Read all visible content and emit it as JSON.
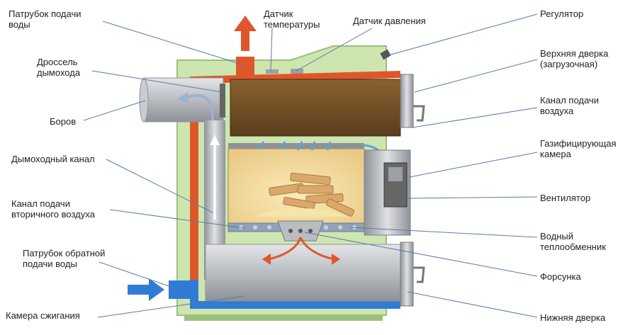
{
  "labels": {
    "water_outlet": [
      "Патрубок подачи",
      "воды"
    ],
    "temp_sensor": [
      "Датчик",
      "температуры"
    ],
    "pressure_sensor": [
      "Датчик давления"
    ],
    "regulator": [
      "Регулятор"
    ],
    "upper_door": [
      "Верхняя дверка",
      "(загрузочная)"
    ],
    "flue_throttle": [
      "Дроссель",
      "дымохода"
    ],
    "air_channel": [
      "Канал подачи",
      "воздуха"
    ],
    "borov": [
      "Боров"
    ],
    "gasification_chamber": [
      "Газифицирующая",
      "камера"
    ],
    "chimney_channel": [
      "Дымоходный канал"
    ],
    "fan": [
      "Вентилятор"
    ],
    "secondary_air": [
      "Канал подачи",
      "вторичного воздуха"
    ],
    "heat_exchanger": [
      "Водный",
      "теплообменник"
    ],
    "return_water": [
      "Патрубок обратной",
      "подачи воды"
    ],
    "nozzle": [
      "Форсунка"
    ],
    "combustion_chamber": [
      "Камера сжигания"
    ],
    "lower_door": [
      "Нижняя дверка"
    ]
  },
  "colors": {
    "outer_shell": "#cde6b0",
    "outer_shell_border": "#9cbf7a",
    "water_hot": "#e0562b",
    "water_cold": "#2f7bd6",
    "loading_chamber": "#6b4a25",
    "gasification": "#f1d89a",
    "steel": "#b9bcc1",
    "leader_line": "#5a7aa8"
  }
}
